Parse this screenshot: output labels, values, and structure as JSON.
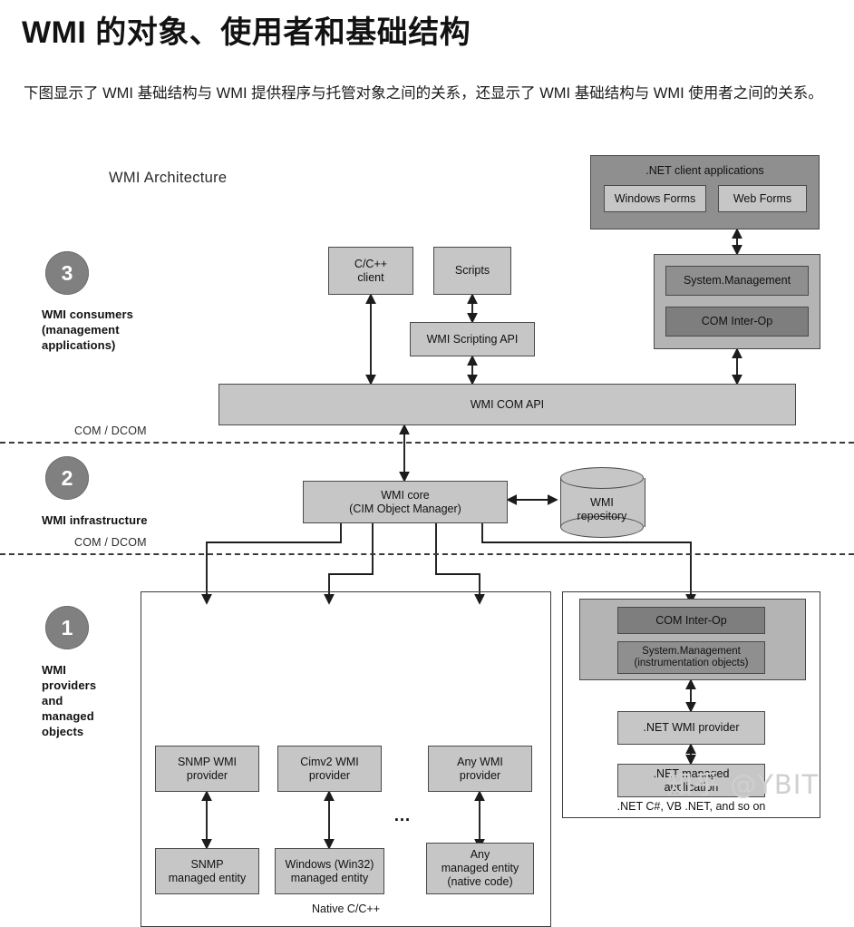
{
  "article": {
    "title": "WMI 的对象、使用者和基础结构",
    "subtitle": "下图显示了 WMI 基础结构与 WMI 提供程序与托管对象之间的关系，还显示了 WMI 基础结构与 WMI 使用者之间的关系。"
  },
  "diagram": {
    "title": "WMI Architecture",
    "separators": [
      {
        "label": "COM / DCOM"
      },
      {
        "label": "COM / DCOM"
      }
    ],
    "layers": [
      {
        "number": "3",
        "label": "WMI consumers\n(management\napplications)",
        "label_lines": [
          "WMI consumers",
          "(management",
          "applications)"
        ]
      },
      {
        "number": "2",
        "label": "WMI infrastructure",
        "label_lines": [
          "WMI infrastructure"
        ]
      },
      {
        "number": "1",
        "label": "WMI providers and managed objects",
        "label_lines": [
          "WMI",
          "providers",
          "and",
          "managed",
          "objects"
        ]
      }
    ],
    "nodes": {
      "dotnet_client_applications": "​.NET client applications",
      "windows_forms": "Windows Forms",
      "web_forms": "Web Forms",
      "cpp_client": "C/C++\nclient",
      "cpp_client_l1": "C/C++",
      "cpp_client_l2": "client",
      "scripts": "Scripts",
      "wmi_scripting_api": "WMI Scripting API",
      "system_management_top": "System.Management",
      "com_interop_top": "COM Inter-Op",
      "wmi_com_api": "WMI COM API",
      "wmi_core_l1": "WMI core",
      "wmi_core_l2": "(CIM Object Manager)",
      "wmi_repository_l1": "WMI",
      "wmi_repository_l2": "repository",
      "snmp_wmi_provider_l1": "SNMP WMI",
      "snmp_wmi_provider_l2": "provider",
      "cimv2_wmi_provider_l1": "Cimv2 WMI",
      "cimv2_wmi_provider_l2": "provider",
      "any_wmi_provider_l1": "Any WMI",
      "any_wmi_provider_l2": "provider",
      "snmp_managed_entity_l1": "SNMP",
      "snmp_managed_entity_l2": "managed entity",
      "windows_managed_entity_l1": "Windows (Win32)",
      "windows_managed_entity_l2": "managed entity",
      "any_managed_entity_l1": "Any",
      "any_managed_entity_l2": "managed entity",
      "any_managed_entity_l3": "(native code)",
      "ellipsis": "…",
      "native_cpp_caption": "Native C/C++",
      "com_interop_bottom": "COM Inter-Op",
      "system_management_bottom_l1": "System.Management",
      "system_management_bottom_l2": "(instrumentation objects)",
      "dotnet_wmi_provider": "​.NET WMI provider",
      "dotnet_managed_application_l1": "​.NET managed",
      "dotnet_managed_application_l2": "application",
      "dotnet_languages_caption": "​.NET C#, VB .NET, and so on"
    }
  },
  "watermark": {
    "text": "知乎 @YBIT"
  },
  "colors": {
    "box_light": "#c6c6c6",
    "box_mid": "#b4b4b4",
    "box_dark": "#8f8f8f",
    "box_darker": "#7e7e7e",
    "circle": "#808080",
    "stroke": "#4a4a4a",
    "text": "#111111",
    "watermark": "#cfcfcf"
  }
}
